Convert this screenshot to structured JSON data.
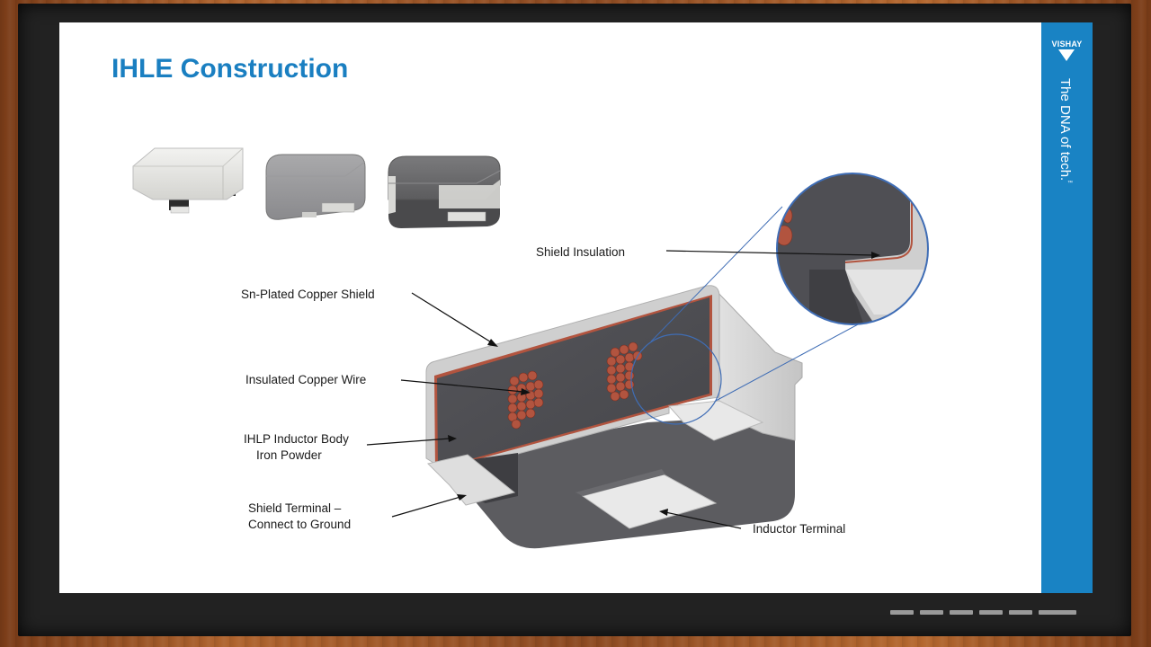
{
  "slide": {
    "title": "IHLE Construction",
    "brand": {
      "logo_text": "VISHAY",
      "tagline": "The DNA of tech.",
      "tagline_mark": "™",
      "strip_color": "#1983c4"
    }
  },
  "labels": {
    "shield_insulation": "Shield Insulation",
    "copper_shield": "Sn-Plated Copper Shield",
    "copper_wire": "Insulated Copper Wire",
    "inductor_body_line1": "IHLP Inductor Body",
    "inductor_body_line2": "Iron Powder",
    "shield_terminal_line1": "Shield Terminal –",
    "shield_terminal_line2": "Connect to Ground",
    "inductor_terminal": "Inductor Terminal"
  },
  "colors": {
    "title": "#1a7fc1",
    "copper": "#b2543f",
    "body_dark": "#4d4d52",
    "shield_silver": "#d6d6d6",
    "zoom_ring": "#3f6db5"
  }
}
